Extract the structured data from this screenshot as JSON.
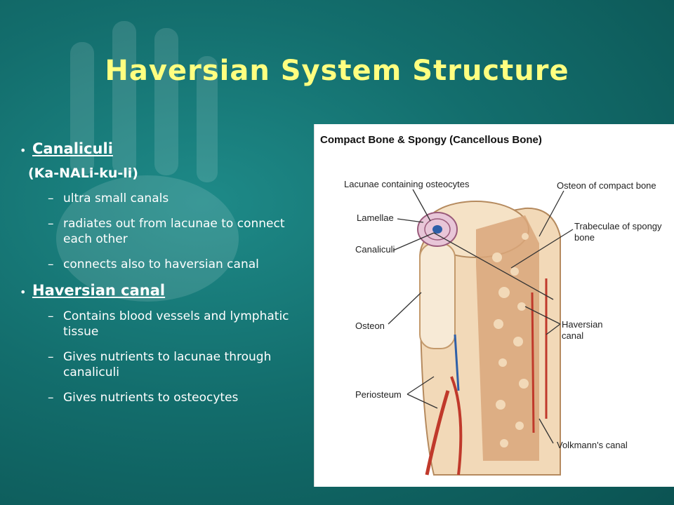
{
  "slide": {
    "title": "Haversian System Structure"
  },
  "bullets": [
    {
      "heading": "Canaliculi",
      "pronunciation": "(Ka-NALi-ku-li)",
      "points": [
        "ultra small canals",
        "radiates out from lacunae to connect each other",
        "connects also to haversian canal"
      ]
    },
    {
      "heading": "Haversian canal",
      "points": [
        "Contains blood vessels and lymphatic tissue",
        "Gives nutrients to lacunae through canaliculi",
        "Gives nutrients to osteocytes"
      ]
    }
  ],
  "figure": {
    "title": "Compact Bone & Spongy (Cancellous Bone)",
    "labels": {
      "lacunae": "Lacunae containing osteocytes",
      "osteon_compact": "Osteon of compact bone",
      "lamellae": "Lamellae",
      "trabeculae_1": "Trabeculae of spongy",
      "trabeculae_2": "bone",
      "canaliculi": "Canaliculi",
      "osteon": "Osteon",
      "haversian_1": "Haversian",
      "haversian_2": "canal",
      "periosteum": "Periosteum",
      "volkmann": "Volkmann's canal"
    },
    "colors": {
      "bone": "#f2d9b8",
      "spongy": "#d9a67a",
      "vessel": "#c0392b",
      "vein": "#2e5fa8"
    }
  }
}
